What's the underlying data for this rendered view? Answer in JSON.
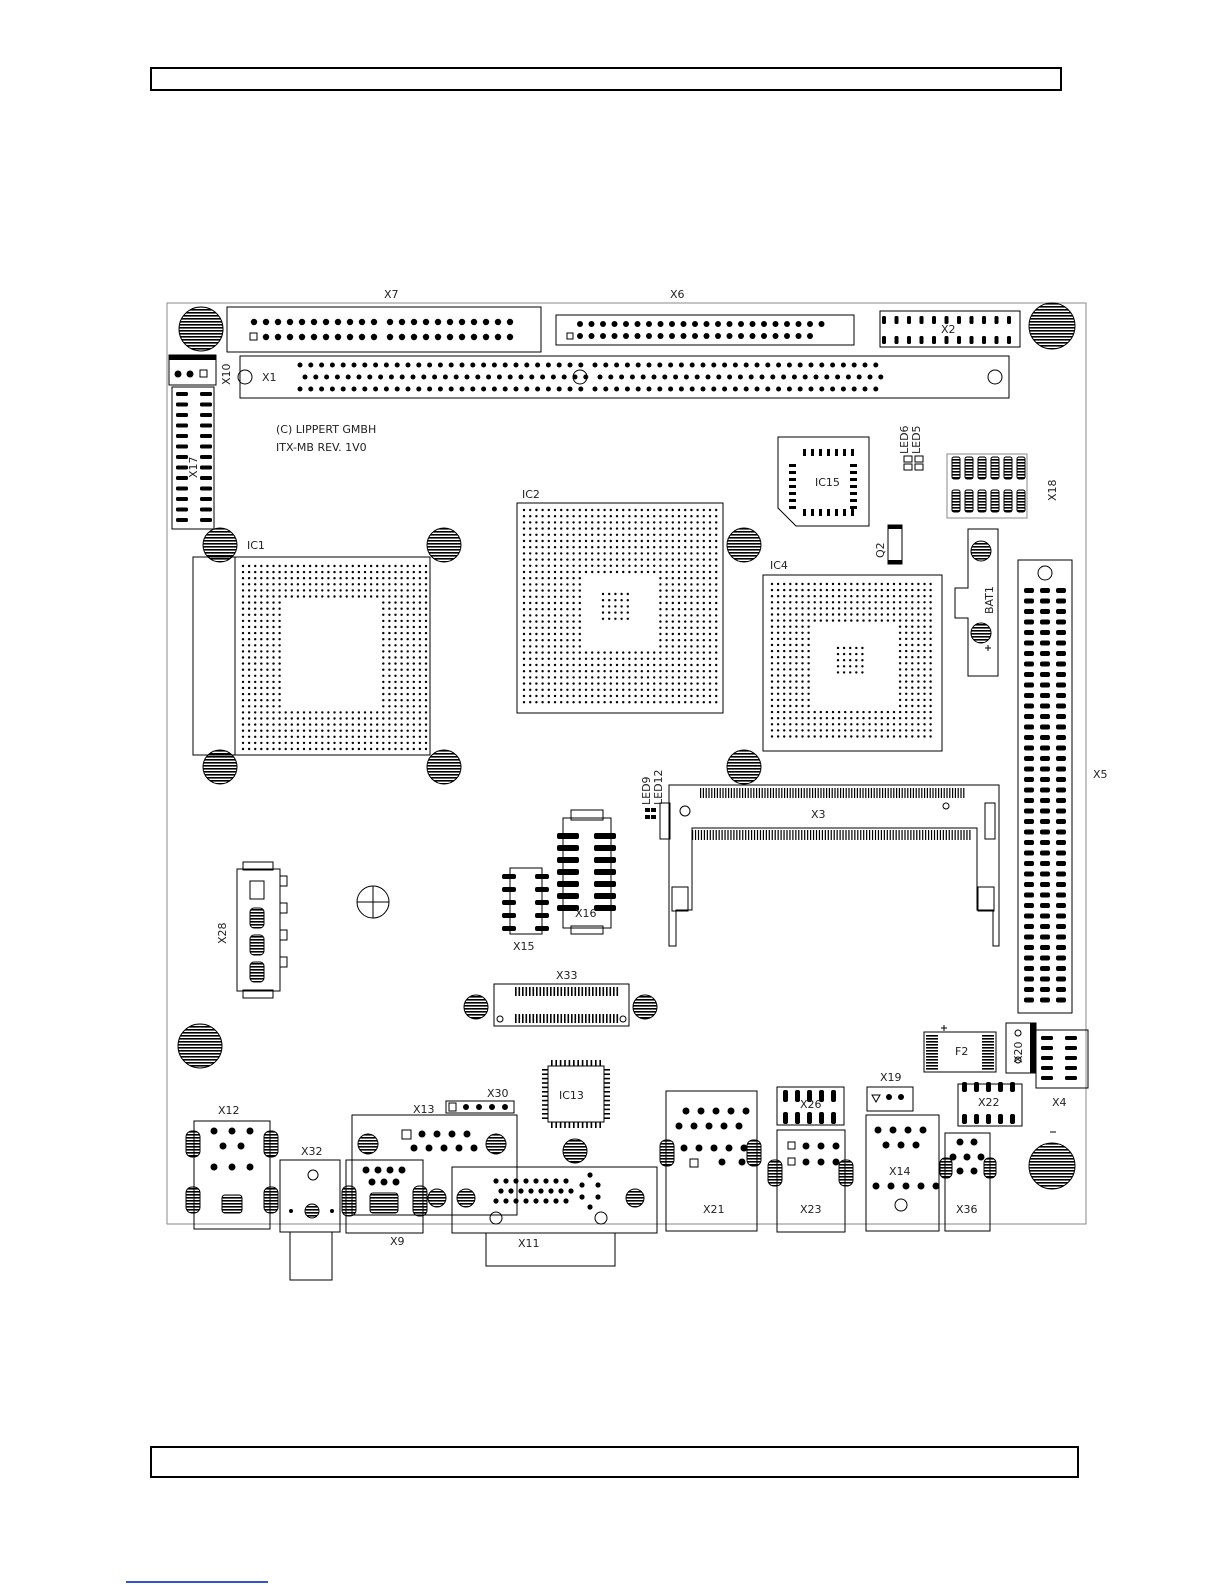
{
  "header_box": {
    "text": ""
  },
  "footer_box": {
    "text": ""
  },
  "copyright": "(C) LIPPERT GMBH",
  "board_rev": "ITX-MB REV. 1V0",
  "labels": {
    "x7": "X7",
    "x6": "X6",
    "x2": "X2",
    "x10": "X10",
    "x1": "X1",
    "x17": "X17",
    "ic1": "IC1",
    "ic2": "IC2",
    "ic15": "IC15",
    "led6": "LED6",
    "led5": "LED5",
    "x18": "X18",
    "q2": "Q2",
    "ic4": "IC4",
    "bat1": "BAT1",
    "x5": "X5",
    "led9": "LED9",
    "led12": "LED12",
    "x3": "X3",
    "x28": "X28",
    "x16": "X16",
    "x15": "X15",
    "x33": "X33",
    "f2": "F2",
    "x20": "X20",
    "x4": "X4",
    "x12": "X12",
    "x13": "X13",
    "x30": "X30",
    "ic13": "IC13",
    "x19": "X19",
    "x26": "X26",
    "x22": "X22",
    "x32": "X32",
    "x9": "X9",
    "x11": "X11",
    "x21": "X21",
    "x23": "X23",
    "x14": "X14",
    "x36": "X36"
  },
  "colors": {
    "ink": "#000000",
    "link_underline": "#3355cc"
  }
}
